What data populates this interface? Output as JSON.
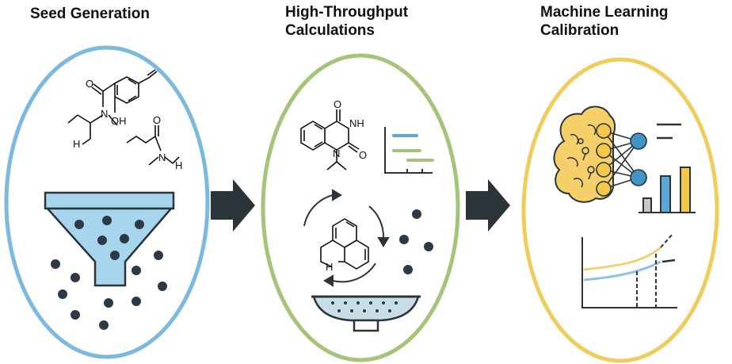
{
  "stages": [
    {
      "title_line1": "Seed Generation",
      "title_line2": ""
    },
    {
      "title_line1": "High-Throughput",
      "title_line2": "Calculations"
    },
    {
      "title_line1": "Machine Learning",
      "title_line2": "Calibration"
    }
  ],
  "atom_labels": {
    "oh": "OH",
    "n": "N",
    "h": "H",
    "o": "O",
    "nh": "NH"
  },
  "colors": {
    "stage1_outline": "#7cb9df",
    "stage2_outline": "#a4c47a",
    "stage3_outline": "#f0cc5c",
    "arrow": "#2b3438",
    "funnel_fill": "#a7d5ee",
    "sieve_fill": "#c9dde6",
    "dot": "#2c3a45",
    "bar_blue": "#5aa9d6",
    "bar_yellow": "#f2c94c",
    "bar_gray": "#c7c9c9",
    "curve_blue": "#8fc3e4",
    "curve_yellow": "#f2d270",
    "node_yellow": "#f4c94a",
    "node_blue": "#3f95c7",
    "brain_fill": "#f5cf6a"
  }
}
